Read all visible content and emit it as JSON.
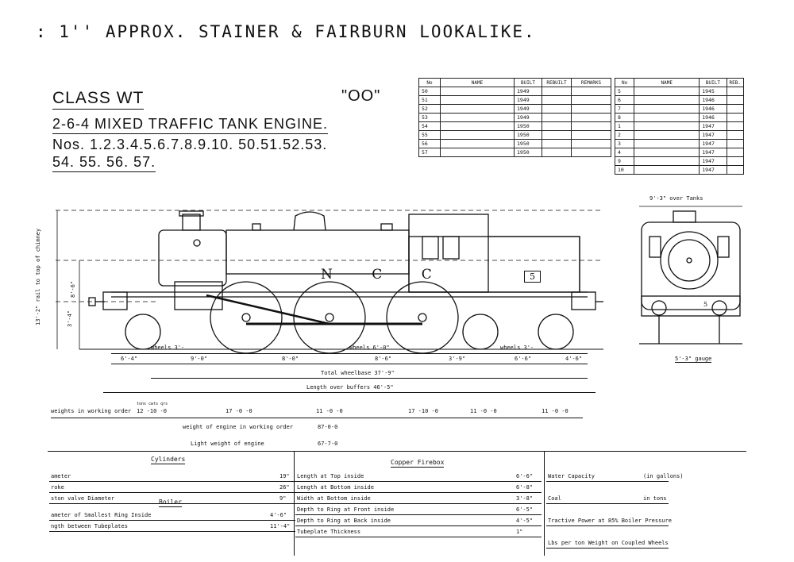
{
  "header_note": ": 1'' APPROX. STAINER & FAIRBURN LOOKALIKE.",
  "class_title": "CLASS WT",
  "gauge": "\"OO\"",
  "engine_type": "2-6-4 MIXED TRAFFIC TANK ENGINE.",
  "numbers_line1": "Nos. 1.2.3.4.5.6.7.8.9.10. 50.51.52.53.",
  "numbers_line2": "54. 55. 56. 57.",
  "register_left": {
    "headers": [
      "No",
      "NAME",
      "BUILT",
      "REBUILT",
      "REMARKS"
    ],
    "rows": [
      [
        "50",
        "",
        "1949",
        "",
        ""
      ],
      [
        "51",
        "",
        "1949",
        "",
        ""
      ],
      [
        "52",
        "",
        "1949",
        "",
        ""
      ],
      [
        "53",
        "",
        "1949",
        "",
        ""
      ],
      [
        "54",
        "",
        "1950",
        "",
        ""
      ],
      [
        "55",
        "",
        "1950",
        "",
        ""
      ],
      [
        "56",
        "",
        "1950",
        "",
        ""
      ],
      [
        "57",
        "",
        "1950",
        "",
        ""
      ]
    ]
  },
  "register_right": {
    "headers": [
      "No",
      "NAME",
      "BUILT",
      "REB."
    ],
    "rows": [
      [
        "5",
        "",
        "1945",
        ""
      ],
      [
        "6",
        "",
        "1946",
        ""
      ],
      [
        "7",
        "",
        "1946",
        ""
      ],
      [
        "8",
        "",
        "1946",
        ""
      ],
      [
        "1",
        "",
        "1947",
        ""
      ],
      [
        "2",
        "",
        "1947",
        ""
      ],
      [
        "3",
        "",
        "1947",
        ""
      ],
      [
        "4",
        "",
        "1947",
        ""
      ],
      [
        "9",
        "",
        "1947",
        ""
      ],
      [
        "10",
        "",
        "1947",
        ""
      ]
    ]
  },
  "loco": {
    "tank_lettering": "N   C   C",
    "side_number": "5",
    "front_number": "5",
    "tanks_width": "9'-3\" over Tanks",
    "rail_gauge": "5'-3\" gauge"
  },
  "dimensions": {
    "height_chimney": "13'-2\" rail to top of chimney",
    "height_boiler": "8'-6\"",
    "height_buffer": "3'-4\"",
    "wheels_front": "wheels 3'-",
    "wheels_drive": "wheels 6'-0\"",
    "wheels_rear": "wheels 3'-",
    "span1": "6'-4\"",
    "span2": "9'-0\"",
    "span3": "8'-0\"",
    "span4": "8'-6\"",
    "span5": "3'-9\"",
    "span6": "6'-6\"",
    "span7": "4'-6\"",
    "wheelbase": "Total wheelbase 37'-9\"",
    "length": "Length over buffers 46'-5\""
  },
  "weights": {
    "label": "weights in working order",
    "unit_header": "tons cwts qrs",
    "values": [
      "12 -10 -0",
      "17 -0 -0",
      "11 -0 -0",
      "17 -10 -0",
      "11 -0 -0",
      "11 -0 -0"
    ],
    "engine_label": "weight of engine in working order",
    "engine_value": "87-0-0",
    "light_label": "Light weight of engine",
    "light_value": "67-7-0"
  },
  "specs": {
    "cylinders_title": "Cylinders",
    "cylinder_rows": [
      {
        "label": "ameter",
        "value": "19\""
      },
      {
        "label": "roke",
        "value": "26\""
      },
      {
        "label": "ston valve Diameter",
        "value": "9\""
      }
    ],
    "boiler_title": "Boiler",
    "boiler_rows": [
      {
        "label": "ameter of Smallest Ring Inside",
        "value": "4'-6\""
      },
      {
        "label": "ngth between Tubeplates",
        "value": "11'-4\""
      }
    ],
    "firebox_title": "Copper Firebox",
    "firebox_rows": [
      {
        "label": "Length at Top inside",
        "value": "6'-6\""
      },
      {
        "label": "Length at Bottom inside",
        "value": "6'-8\""
      },
      {
        "label": "Width at Bottom inside",
        "value": "3'-8\""
      },
      {
        "label": "Depth to Ring at Front inside",
        "value": "6'-5\""
      },
      {
        "label": "Depth to Ring at Back inside",
        "value": "4'-5\""
      },
      {
        "label": "Tubeplate Thickness",
        "value": "1\""
      }
    ],
    "other_rows": [
      {
        "label": "Water Capacity",
        "value": "(in gallons)"
      },
      {
        "label": "Coal",
        "value": "in tons"
      },
      {
        "label": "Tractive Power at 85% Boiler Pressure",
        "value": ""
      },
      {
        "label": "Lbs per ton Weight on Coupled Wheels",
        "value": ""
      }
    ]
  }
}
